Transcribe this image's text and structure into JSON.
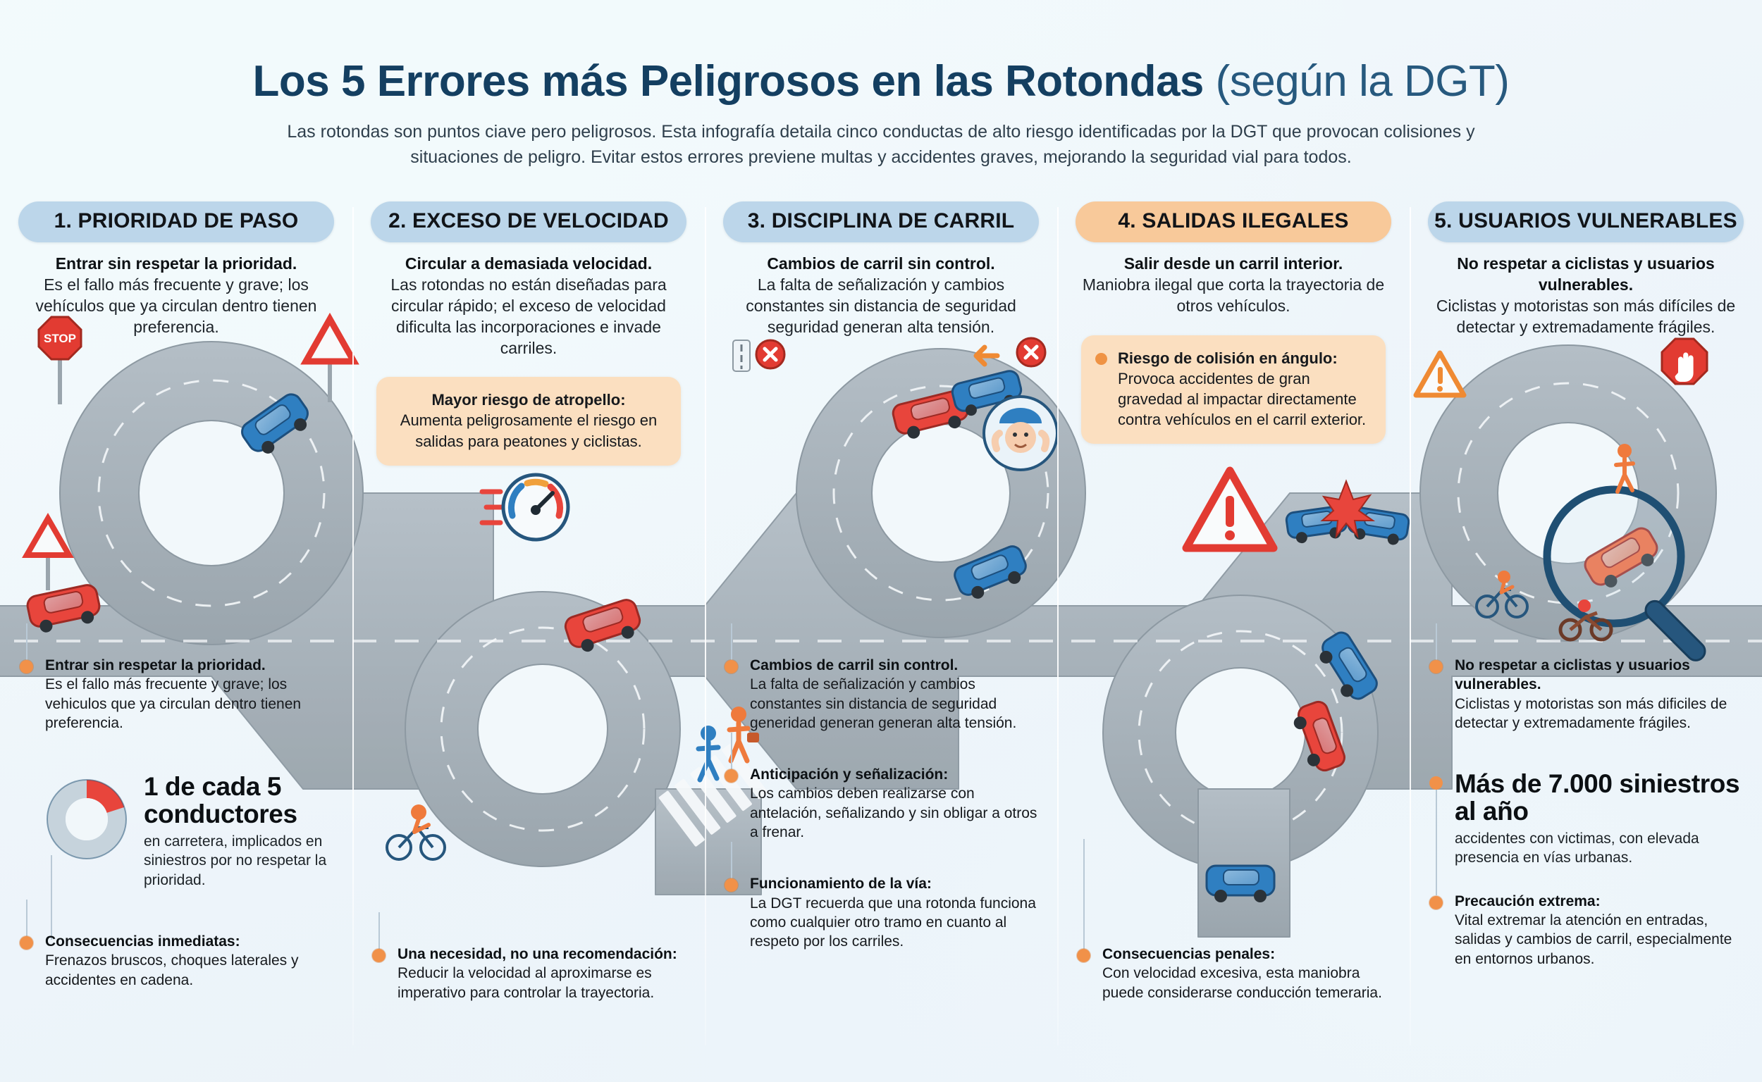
{
  "header": {
    "title_main": "Los 5 Errores más Peligrosos en las Rotondas",
    "title_sub": "(según la DGT)",
    "subtitle": "Las rotondas son puntos ciave pero peligrosos. Esta infografía detaila cinco conductas de alto riesgo identificadas por la DGT que provocan colisiones y situaciones de peligro. Evitar estos errores previene multas y accidentes graves, mejorando la seguridad vial para todos."
  },
  "colors": {
    "title_dark": "#143f61",
    "pill_blue": "#bcd6ea",
    "pill_orange": "#f8c99a",
    "callout_bg": "#fbdfc0",
    "bullet_dot": "#f19149",
    "road_gray": "#a8b2ba",
    "car_red": "#e8453c",
    "car_blue": "#2f7fc1",
    "donut_track": "#c6d3dc",
    "donut_value": "#e8453c"
  },
  "columns": [
    {
      "pill": "1. PRIORIDAD DE PASO",
      "pill_style": "blue",
      "lead_bold": "Entrar sin respetar la prioridad.",
      "lead_body": "Es el fallo más frecuente y grave; los vehículos que ya circulan dentro tienen preferencia.",
      "callout": null,
      "bullets": [
        {
          "bold": "Entrar sin respetar la prioridad.",
          "body": "Es el fallo más frecuente y grave; los vehiculos que ya circulan dentro tienen preferencia."
        }
      ],
      "stat": {
        "big": "1 de cada 5 conductores",
        "sub": "en carretera, implicados en siniestros por no respetar la prioridad.",
        "donut_percent": 20
      },
      "bullets_bottom": [
        {
          "bold": "Consecuencias inmediatas:",
          "body": "Frenazos bruscos, choques laterales y accidentes en cadena."
        }
      ]
    },
    {
      "pill": "2. EXCESO DE VELOCIDAD",
      "pill_style": "blue",
      "lead_bold": "Circular a demasiada velocidad.",
      "lead_body": "Las rotondas no están diseñadas para circular rápido; el exceso de velocidad dificulta las incorporaciones e invade carriles.",
      "callout": {
        "bold": "Mayor riesgo de atropello:",
        "body": "Aumenta peligrosamente el riesgo en salidas para peatones y ciclistas.",
        "centered": true
      },
      "bullets": [],
      "stat": null,
      "bullets_bottom": [
        {
          "bold": "Una necesidad, no una recomendación:",
          "body": " Reducir la velocidad al aproximarse es imperativo para controlar la trayectoria."
        }
      ]
    },
    {
      "pill": "3. DISCIPLINA DE CARRIL",
      "pill_style": "blue",
      "lead_bold": "Cambios de carril sin control.",
      "lead_body": "La falta de señalización y cambios constantes sin distancia de seguridad seguridad generan alta tensión.",
      "callout": null,
      "bullets": [
        {
          "bold": "Cambios de carril sin control.",
          "body": "La falta de señalización y cambios constantes sin distancia de seguridad generidad generan generan alta tensión."
        },
        {
          "bold": "Anticipación y señalización:",
          "body": "Los cambios deben realizarse con antelación, señalizando y sin obligar a otros a frenar."
        }
      ],
      "stat": null,
      "bullets_bottom": [
        {
          "bold": "Funcionamiento de la vía:",
          "body": "La DGT recuerda que una rotonda funciona como cualquier otro tramo en cuanto al respeto por los carriles."
        }
      ]
    },
    {
      "pill": "4. SALIDAS ILEGALES",
      "pill_style": "orange",
      "lead_bold": "Salir desde un carril interior.",
      "lead_body": "Maniobra ilegal que corta la trayectoria de otros vehículos.",
      "callout": {
        "bold": "Riesgo de colisión en ángulo:",
        "body": "Provoca accidentes de gran gravedad al impactar directamente contra vehículos en el carril exterior.",
        "centered": false
      },
      "bullets": [],
      "stat": null,
      "bullets_bottom": [
        {
          "bold": "Consecuencias penales:",
          "body": "Con velocidad excesiva, esta maniobra puede considerarse conducción temeraria."
        }
      ]
    },
    {
      "pill": "5. USUARIOS VULNERABLES",
      "pill_style": "blue",
      "lead_bold": "No respetar a ciclistas y usuarios vulnerables.",
      "lead_body": "Ciclistas y motoristas son más difíciles de detectar y extremadamente frágiles.",
      "callout": null,
      "bullets": [
        {
          "bold": "No respetar a ciclistas y usuarios vulnerables.",
          "body": "Ciclistas y motoristas son más dificiles de detectar y extremadamente frágiles."
        }
      ],
      "stat": {
        "big": "Más de 7.000 siniestros al año",
        "sub": "accidentes con victimas, con elevada presencia en vías urbanas.",
        "donut_percent": null
      },
      "bullets_bottom": [
        {
          "bold": "Precaución extrema:",
          "body": "Vital extremar la atención en entradas, salidas y cambios de carril, especialmente en entornos urbanos."
        }
      ]
    }
  ],
  "icons": {
    "stop_sign": "stop-sign-icon",
    "yield_sign": "yield-triangle-icon",
    "warning_sign": "warning-triangle-icon",
    "no_entry_sign": "no-entry-icon",
    "speedometer": "speedometer-icon",
    "hand_stop": "hand-stop-icon",
    "magnifier": "magnifier-icon",
    "crash": "crash-impact-icon",
    "stressed_driver": "stressed-driver-icon",
    "cyclist": "cyclist-icon",
    "motorcycle": "motorcycle-icon",
    "pedestrian": "pedestrian-icon",
    "car_red": "red-car-icon",
    "car_blue": "blue-car-icon",
    "arrow_left": "left-arrow-icon"
  },
  "chart_data": {
    "type": "pie",
    "title": "1 de cada 5 conductores",
    "labels": [
      "Implicados en siniestros por no respetar la prioridad",
      "Resto de conductores"
    ],
    "values": [
      20,
      80
    ],
    "colors": [
      "#e8453c",
      "#c6d3dc"
    ],
    "legend": "none",
    "annotation": "1 de cada 5 conductores en carretera, implicados en siniestros por no respetar la prioridad."
  }
}
